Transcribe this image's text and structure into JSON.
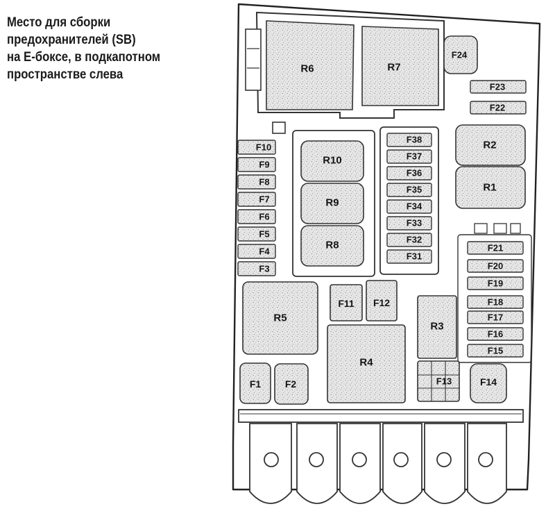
{
  "caption": {
    "lines": [
      "Место для сборки",
      "предохранителей (SB)",
      "на E-боксе, в подкапотном",
      "пространстве слева"
    ]
  },
  "relays": {
    "r1": "R1",
    "r2": "R2",
    "r3": "R3",
    "r4": "R4",
    "r5": "R5",
    "r6": "R6",
    "r7": "R7",
    "r8": "R8",
    "r9": "R9",
    "r10": "R10"
  },
  "fuses": {
    "f1": "F1",
    "f2": "F2",
    "f3": "F3",
    "f4": "F4",
    "f5": "F5",
    "f6": "F6",
    "f7": "F7",
    "f8": "F8",
    "f9": "F9",
    "f10": "F10",
    "f11": "F11",
    "f12": "F12",
    "f13": "F13",
    "f14": "F14",
    "f15": "F15",
    "f16": "F16",
    "f17": "F17",
    "f18": "F18",
    "f19": "F19",
    "f20": "F20",
    "f21": "F21",
    "f22": "F22",
    "f23": "F23",
    "f24": "F24",
    "f31": "F31",
    "f32": "F32",
    "f33": "F33",
    "f34": "F34",
    "f35": "F35",
    "f36": "F36",
    "f37": "F37",
    "f38": "F38"
  }
}
